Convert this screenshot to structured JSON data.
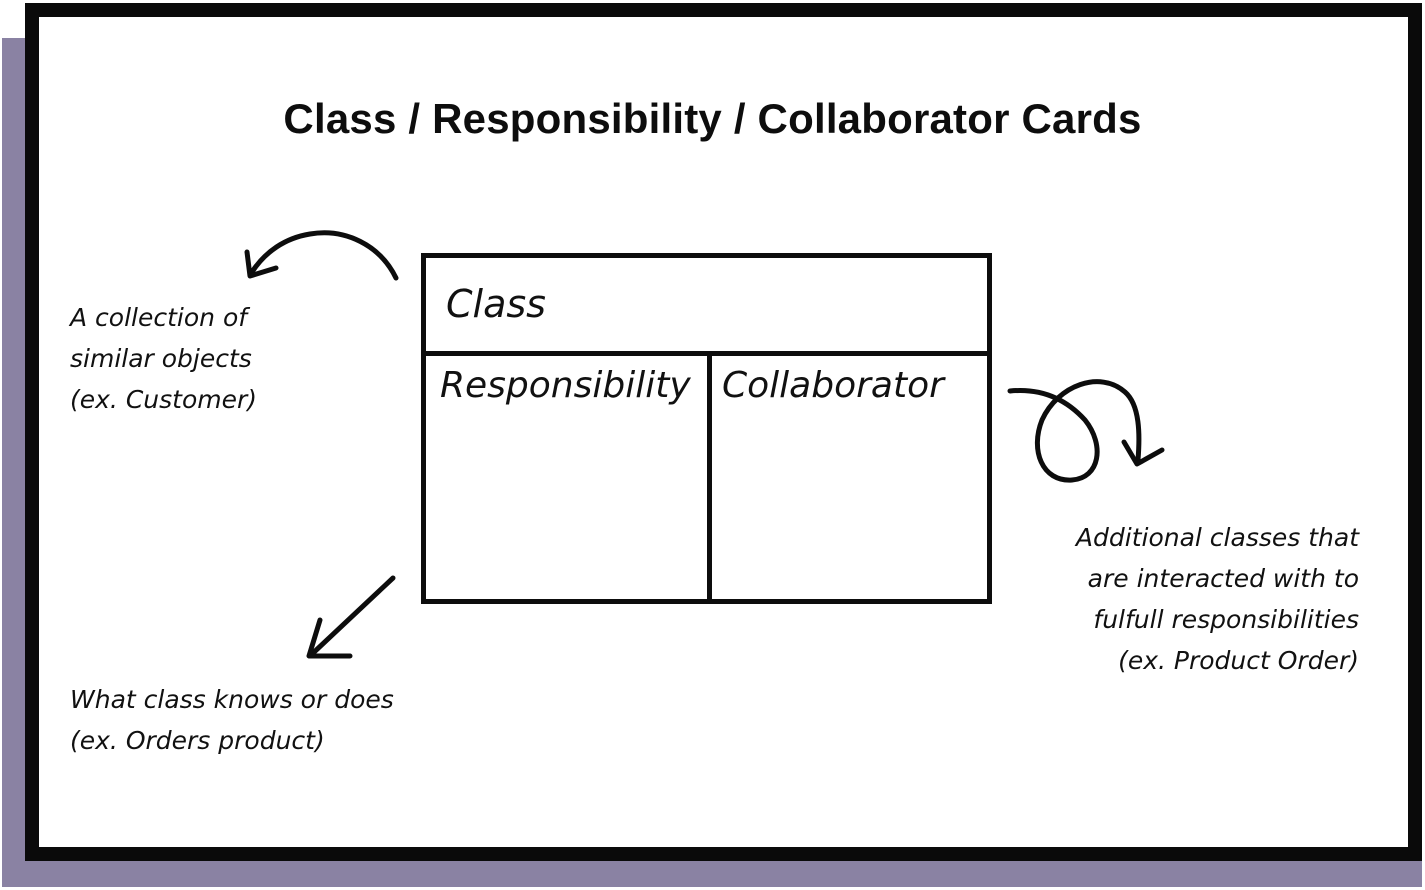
{
  "title": "Class / Responsibility / Collaborator Cards",
  "card": {
    "class_label": "Class",
    "responsibility_label": "Responsibility",
    "collaborator_label": "Collaborator"
  },
  "annotations": {
    "class_note": [
      "A collection of",
      "similar objects",
      "(ex. Customer)"
    ],
    "responsibility_note": [
      "What class knows or does",
      "(ex. Orders product)"
    ],
    "collaborator_note": [
      "Additional classes that",
      "are interacted with to",
      "fulfull responsibilities",
      "(ex. Product Order)"
    ]
  },
  "colors": {
    "ink": "#0d0d0d",
    "shadow": "#8a82a3",
    "background": "#ffffff"
  }
}
